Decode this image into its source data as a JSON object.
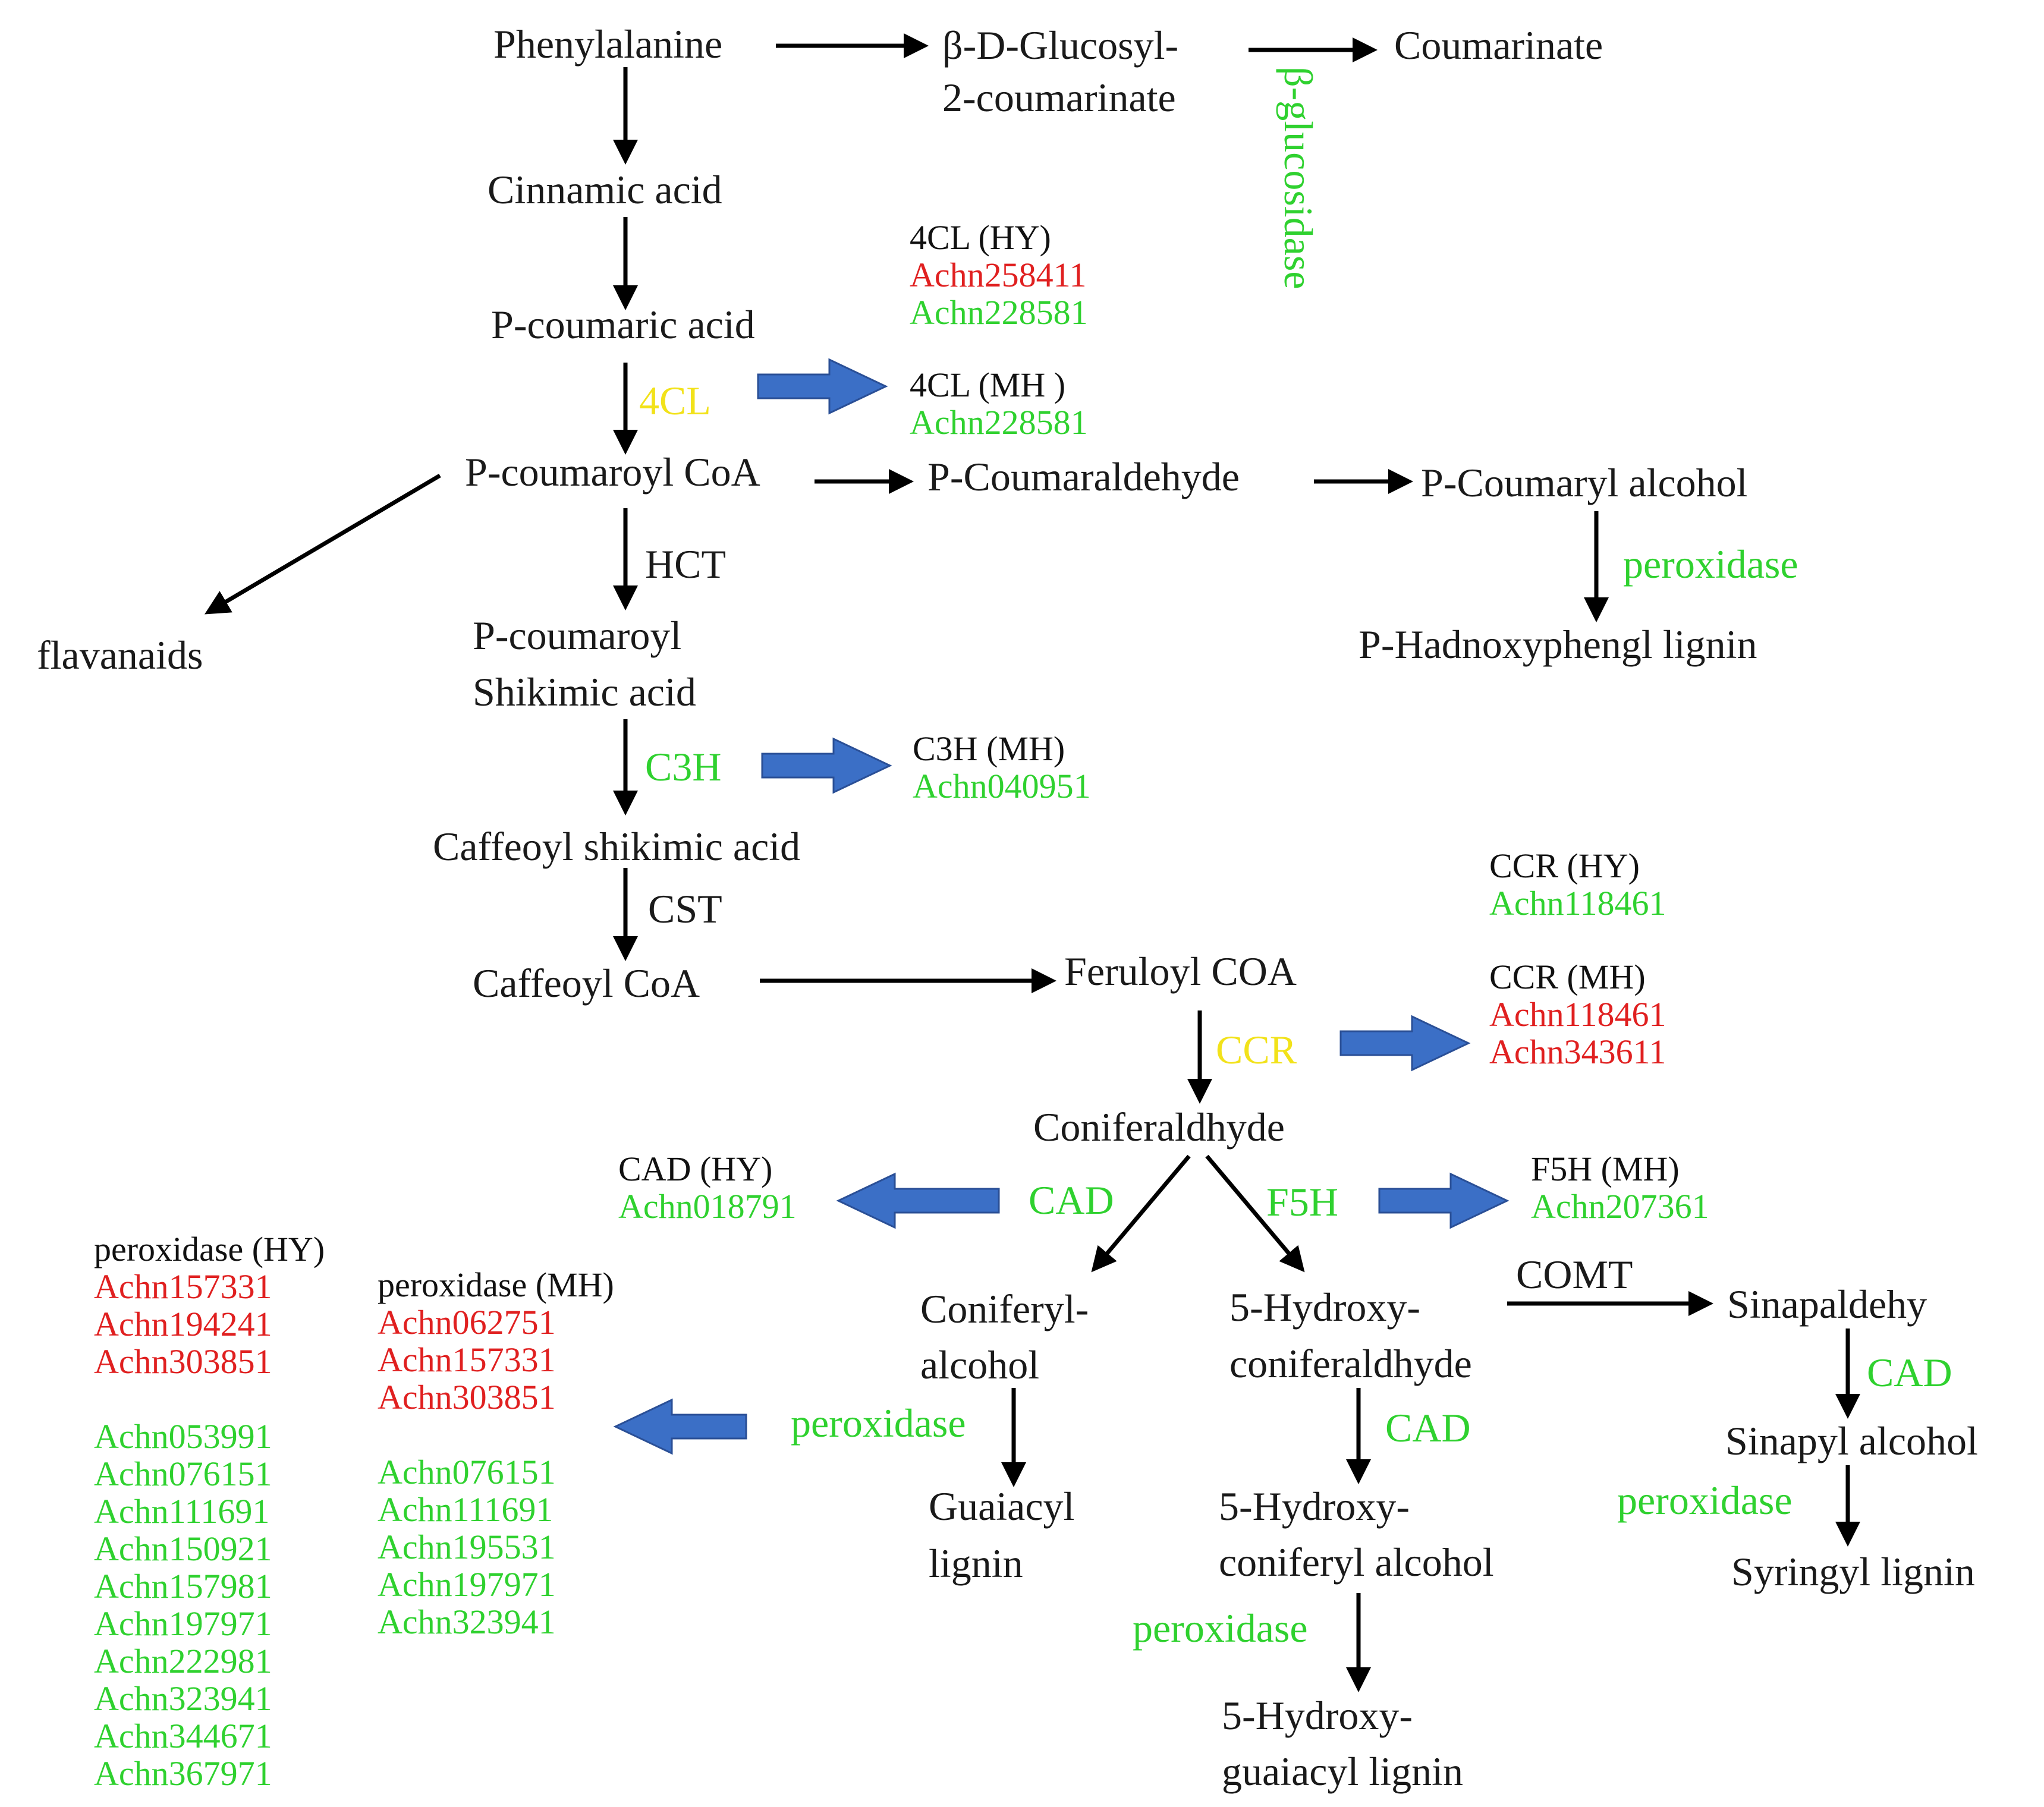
{
  "colors": {
    "node": "#1a1a1a",
    "enzyme_dark": "#1a1a1a",
    "enzyme_green": "#2fd12f",
    "enzyme_yellow": "#f2e21a",
    "gene_up_red": "#e02020",
    "gene_down_green": "#2fd12f",
    "block_arrow": "#3b6fc6",
    "arrow": "#000000"
  },
  "nodes": {
    "phenylalanine": "Phenylalanine",
    "glucosyl_line1": "β-D-Glucosyl-",
    "glucosyl_line2": "2-coumarinate",
    "coumarinate": "Coumarinate",
    "cinnamic_acid": "Cinnamic acid",
    "p_coumaric_acid": "P-coumaric acid",
    "p_coumaroyl_coa": "P-coumaroyl CoA",
    "p_coumaraldehyde": "P-Coumaraldehyde",
    "p_coumaryl_alcohol": "P-Coumaryl alcohol",
    "p_h_lignin": "P-Hadnoxyphengl lignin",
    "flavanaids": "flavanaids",
    "p_coumaroyl_shikimic_1": "P-coumaroyl",
    "p_coumaroyl_shikimic_2": "Shikimic acid",
    "caffeoyl_shikimic": "Caffeoyl shikimic acid",
    "caffeoyl_coa": "Caffeoyl CoA",
    "feruloyl_coa": "Feruloyl COA",
    "coniferaldhyde": "Coniferaldhyde",
    "coniferyl_alcohol_1": "Coniferyl-",
    "coniferyl_alcohol_2": "alcohol",
    "hydroxy_coniferaldhyde_1": "5-Hydroxy-",
    "hydroxy_coniferaldhyde_2": "coniferaldhyde",
    "sinapaldehy": "Sinapaldehy",
    "sinapyl_alcohol": "Sinapyl alcohol",
    "syringyl_lignin": "Syringyl lignin",
    "guaiacyl_lignin_1": "Guaiacyl",
    "guaiacyl_lignin_2": "lignin",
    "hydroxy_coniferyl_alcohol_1": "5-Hydroxy-",
    "hydroxy_coniferyl_alcohol_2": "coniferyl alcohol",
    "hydroxy_guaiacyl_lignin_1": "5-Hydroxy-",
    "hydroxy_guaiacyl_lignin_2": "guaiacyl lignin"
  },
  "enzymes": {
    "beta_glucosidase": "β-glucosidase",
    "four_cl": "4CL",
    "hct": "HCT",
    "c3h": "C3H",
    "cst": "CST",
    "ccr": "CCR",
    "cad_left": "CAD",
    "f5h": "F5H",
    "comt": "COMT",
    "cad_mid": "CAD",
    "cad_right": "CAD",
    "peroxidase_pcoumaryl": "peroxidase",
    "peroxidase_coniferyl": "peroxidase",
    "peroxidase_hydroxy": "peroxidase",
    "peroxidase_sinapyl": "peroxidase"
  },
  "gene_boxes": {
    "cl4_hy": {
      "header": "4CL (HY)",
      "genes": [
        {
          "id": "Achn258411",
          "reg": "up"
        },
        {
          "id": "Achn228581",
          "reg": "down"
        }
      ]
    },
    "cl4_mh": {
      "header": "4CL (MH )",
      "genes": [
        {
          "id": "Achn228581",
          "reg": "down"
        }
      ]
    },
    "c3h_mh": {
      "header": "C3H (MH)",
      "genes": [
        {
          "id": "Achn040951",
          "reg": "down"
        }
      ]
    },
    "ccr_hy": {
      "header": "CCR (HY)",
      "genes": [
        {
          "id": "Achn118461",
          "reg": "down"
        }
      ]
    },
    "ccr_mh": {
      "header": "CCR (MH)",
      "genes": [
        {
          "id": "Achn118461",
          "reg": "up"
        },
        {
          "id": "Achn343611",
          "reg": "up"
        }
      ]
    },
    "cad_hy": {
      "header": "CAD (HY)",
      "genes": [
        {
          "id": "Achn018791",
          "reg": "down"
        }
      ]
    },
    "f5h_mh": {
      "header": "F5H (MH)",
      "genes": [
        {
          "id": "Achn207361",
          "reg": "down"
        }
      ]
    },
    "peroxidase_hy": {
      "header": "peroxidase (HY)",
      "genes": [
        {
          "id": "Achn157331",
          "reg": "up"
        },
        {
          "id": "Achn194241",
          "reg": "up"
        },
        {
          "id": "Achn303851",
          "reg": "up"
        },
        {
          "id": "",
          "reg": "gap"
        },
        {
          "id": "Achn053991",
          "reg": "down"
        },
        {
          "id": "Achn076151",
          "reg": "down"
        },
        {
          "id": "Achn111691",
          "reg": "down"
        },
        {
          "id": "Achn150921",
          "reg": "down"
        },
        {
          "id": "Achn157981",
          "reg": "down"
        },
        {
          "id": "Achn197971",
          "reg": "down"
        },
        {
          "id": "Achn222981",
          "reg": "down"
        },
        {
          "id": "Achn323941",
          "reg": "down"
        },
        {
          "id": "Achn344671",
          "reg": "down"
        },
        {
          "id": "Achn367971",
          "reg": "down"
        }
      ]
    },
    "peroxidase_mh": {
      "header": "peroxidase (MH)",
      "genes": [
        {
          "id": "Achn062751",
          "reg": "up"
        },
        {
          "id": "Achn157331",
          "reg": "up"
        },
        {
          "id": "Achn303851",
          "reg": "up"
        },
        {
          "id": "",
          "reg": "gap"
        },
        {
          "id": "Achn076151",
          "reg": "down"
        },
        {
          "id": "Achn111691",
          "reg": "down"
        },
        {
          "id": "Achn195531",
          "reg": "down"
        },
        {
          "id": "Achn197971",
          "reg": "down"
        },
        {
          "id": "Achn323941",
          "reg": "down"
        }
      ]
    }
  }
}
